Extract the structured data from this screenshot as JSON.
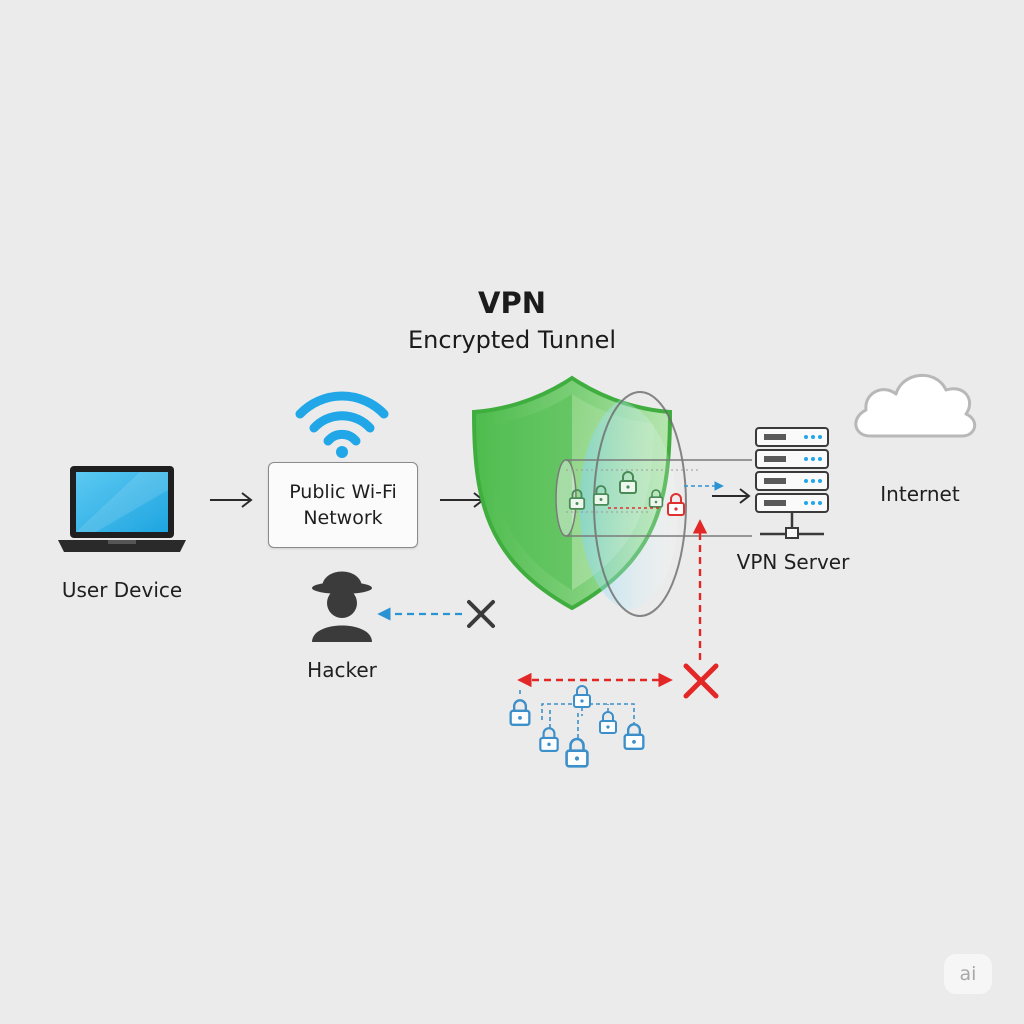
{
  "title": {
    "main": "VPN",
    "sub": "Encrypted Tunnel"
  },
  "nodes": {
    "user_device": "User Device",
    "wifi_line1": "Public Wi-Fi",
    "wifi_line2": "Network",
    "hacker": "Hacker",
    "vpn_server": "VPN Server",
    "internet": "Internet"
  },
  "watermark": "ai",
  "colors": {
    "background": "#ebebeb",
    "shield_green": "#4fbf4f",
    "wifi_blue": "#21a7e8",
    "laptop_screen": "#2fb6ec",
    "blocked_red": "#e32626",
    "lock_blue": "#3d8fc9",
    "hacker_gray": "#3b3b3b"
  },
  "icons": [
    "laptop-icon",
    "wifi-icon",
    "shield-icon",
    "hacker-icon",
    "server-icon",
    "cloud-icon",
    "lock-icon",
    "blocked-x-icon"
  ]
}
